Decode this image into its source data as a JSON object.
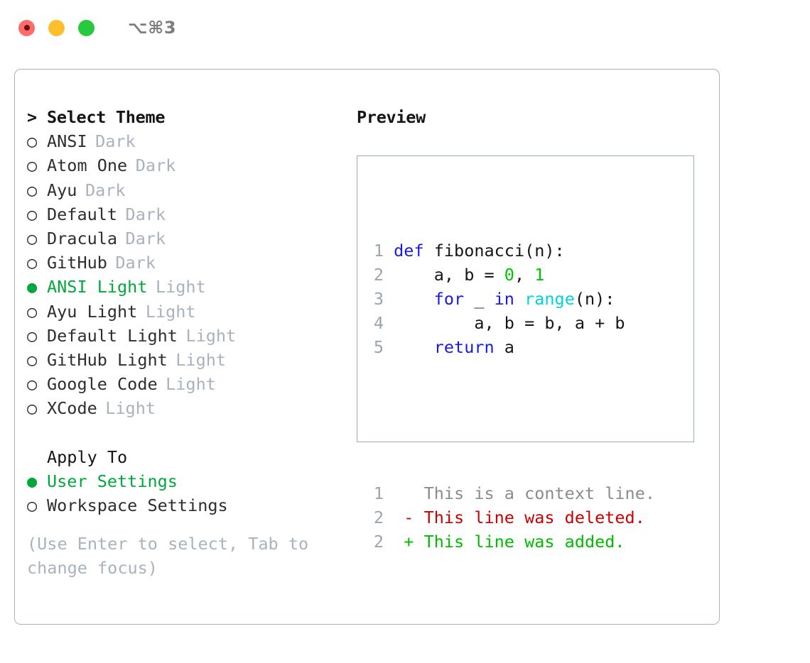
{
  "titlebar": {
    "shortcut_label": "⌥⌘3",
    "buttons": [
      {
        "name": "close",
        "color": "#ff6b6b"
      },
      {
        "name": "minimize",
        "color": "#ffbe2e"
      },
      {
        "name": "maximize",
        "color": "#27c93f"
      }
    ]
  },
  "colors": {
    "accent_green": "#00a83c",
    "muted": "#a9b2be",
    "text": "#2d2d33",
    "border": "#a8b2c0",
    "keyword_blue": "#1919e6",
    "function_cyan": "#00d5d5",
    "number_green": "#00c400",
    "diff_added": "#00bb00",
    "diff_deleted": "#cc0000",
    "diff_context": "#8c8c8c",
    "lineno": "#9aa5b1"
  },
  "theme_picker": {
    "heading_marker": ">",
    "heading": "Select Theme",
    "marker_selected": "●",
    "marker_unselected": "○",
    "items": [
      {
        "name": "ANSI",
        "kind": "Dark",
        "selected": false
      },
      {
        "name": "Atom One",
        "kind": "Dark",
        "selected": false
      },
      {
        "name": "Ayu",
        "kind": "Dark",
        "selected": false
      },
      {
        "name": "Default",
        "kind": "Dark",
        "selected": false
      },
      {
        "name": "Dracula",
        "kind": "Dark",
        "selected": false
      },
      {
        "name": "GitHub",
        "kind": "Dark",
        "selected": false
      },
      {
        "name": "ANSI Light",
        "kind": "Light",
        "selected": true
      },
      {
        "name": "Ayu Light",
        "kind": "Light",
        "selected": false
      },
      {
        "name": "Default Light",
        "kind": "Light",
        "selected": false
      },
      {
        "name": "GitHub Light",
        "kind": "Light",
        "selected": false
      },
      {
        "name": "Google Code",
        "kind": "Light",
        "selected": false
      },
      {
        "name": "XCode",
        "kind": "Light",
        "selected": false
      }
    ]
  },
  "apply_to": {
    "label": "Apply To",
    "options": [
      {
        "label": "User Settings",
        "selected": true
      },
      {
        "label": "Workspace Settings",
        "selected": false
      }
    ]
  },
  "hint": {
    "line1": "(Use Enter to select, Tab to",
    "line2": "change focus)"
  },
  "preview": {
    "title": "Preview",
    "code_lines": [
      {
        "no": "1",
        "tokens": [
          {
            "t": "def",
            "c": "kw"
          },
          {
            "t": " fibonacci(n):",
            "c": "id"
          }
        ]
      },
      {
        "no": "2",
        "tokens": [
          {
            "t": "    a, b = ",
            "c": "id"
          },
          {
            "t": "0",
            "c": "num"
          },
          {
            "t": ", ",
            "c": "id"
          },
          {
            "t": "1",
            "c": "num"
          }
        ]
      },
      {
        "no": "3",
        "tokens": [
          {
            "t": "    ",
            "c": "id"
          },
          {
            "t": "for",
            "c": "kw"
          },
          {
            "t": " _ ",
            "c": "id"
          },
          {
            "t": "in",
            "c": "kw"
          },
          {
            "t": " ",
            "c": "id"
          },
          {
            "t": "range",
            "c": "fn"
          },
          {
            "t": "(n):",
            "c": "id"
          }
        ]
      },
      {
        "no": "4",
        "tokens": [
          {
            "t": "        a, b = b, a + b",
            "c": "id"
          }
        ]
      },
      {
        "no": "5",
        "tokens": [
          {
            "t": "    ",
            "c": "id"
          },
          {
            "t": "return",
            "c": "kw"
          },
          {
            "t": " a",
            "c": "id"
          }
        ]
      }
    ],
    "diff_lines": [
      {
        "no": "1",
        "sign": " ",
        "text": "This is a context line.",
        "kind": "ctx"
      },
      {
        "no": "2",
        "sign": "-",
        "text": "This line was deleted.",
        "kind": "del"
      },
      {
        "no": "2",
        "sign": "+",
        "text": "This line was added.",
        "kind": "add"
      }
    ]
  }
}
